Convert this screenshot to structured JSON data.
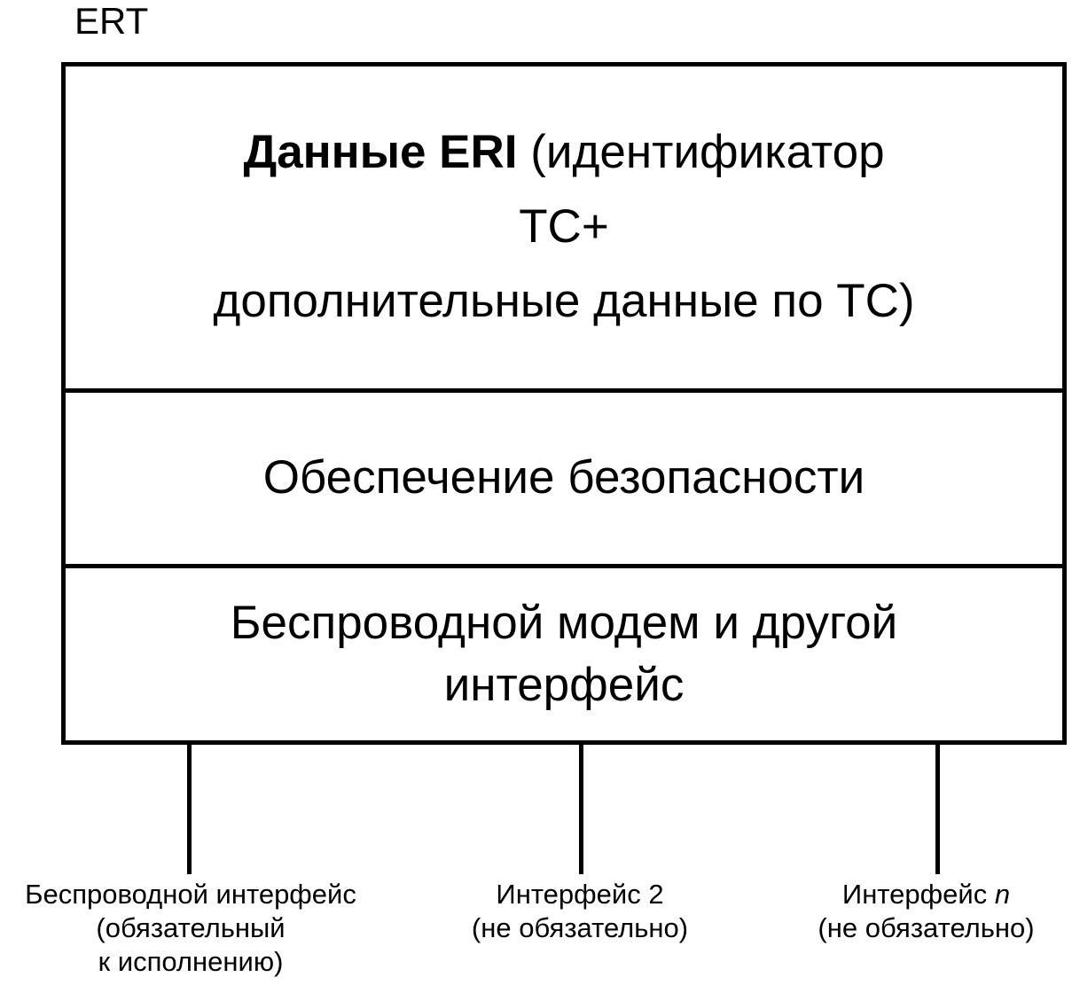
{
  "diagram": {
    "title": "ERT",
    "box": {
      "rows": [
        {
          "name": "eri-data",
          "line1_bold": "Данные ERI",
          "line1_rest": " (идентификатор",
          "line2": "ТС+",
          "line3": "дополнительные данные по ТС)"
        },
        {
          "name": "security",
          "text": "Обеспечение безопасности"
        },
        {
          "name": "modem",
          "line1": "Беспроводной модем и другой",
          "line2": "интерфейс"
        }
      ]
    },
    "interfaces": [
      {
        "name": "wireless-interface",
        "line1": "Беспроводной интерфейс",
        "line2": "(обязательный",
        "line3": "к исполнению)"
      },
      {
        "name": "interface-2",
        "line1": "Интерфейс 2",
        "line2": "(не обязательно)"
      },
      {
        "name": "interface-n",
        "line1_prefix": "Интерфейс ",
        "line1_italic": "n",
        "line2": "(не обязательно)"
      }
    ],
    "colors": {
      "stroke": "#000000",
      "background": "#ffffff",
      "text": "#000000"
    }
  }
}
